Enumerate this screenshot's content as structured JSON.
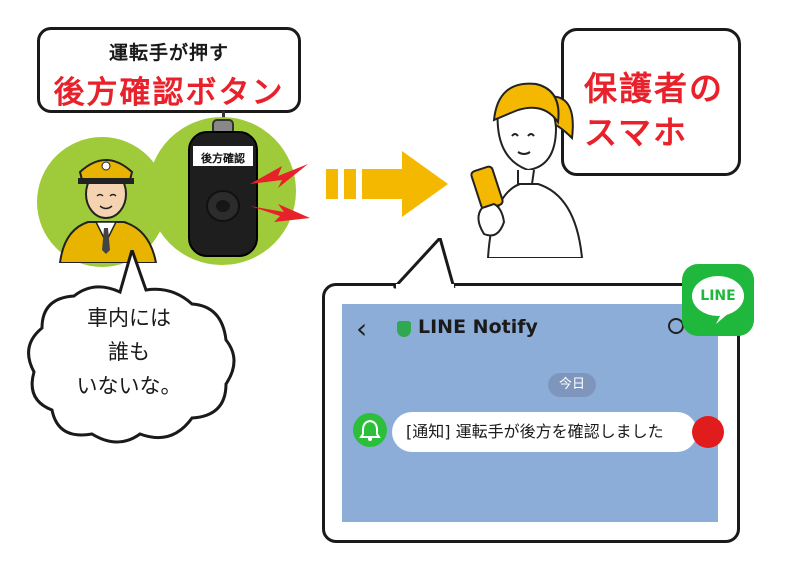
{
  "button_label": {
    "subtitle": "運転手が押す",
    "title": "後方確認ボタン"
  },
  "device": {
    "tag": "後方確認"
  },
  "guardian_label": {
    "line1": "保護者の",
    "line2": "スマホ"
  },
  "thought": {
    "line1": "車内には",
    "line2": "誰も",
    "line3": "いないな。"
  },
  "phone": {
    "app_name": "LINE Notify",
    "date_label": "今日",
    "message": "[通知] 運転手が後方を確認しました"
  },
  "logo": {
    "text": "LINE"
  },
  "colors": {
    "red": "#e8212a",
    "green_circle": "#9fcb3a",
    "arrow": "#f5b800",
    "line_green": "#20b83c",
    "chat_bg": "#8dadd9"
  }
}
